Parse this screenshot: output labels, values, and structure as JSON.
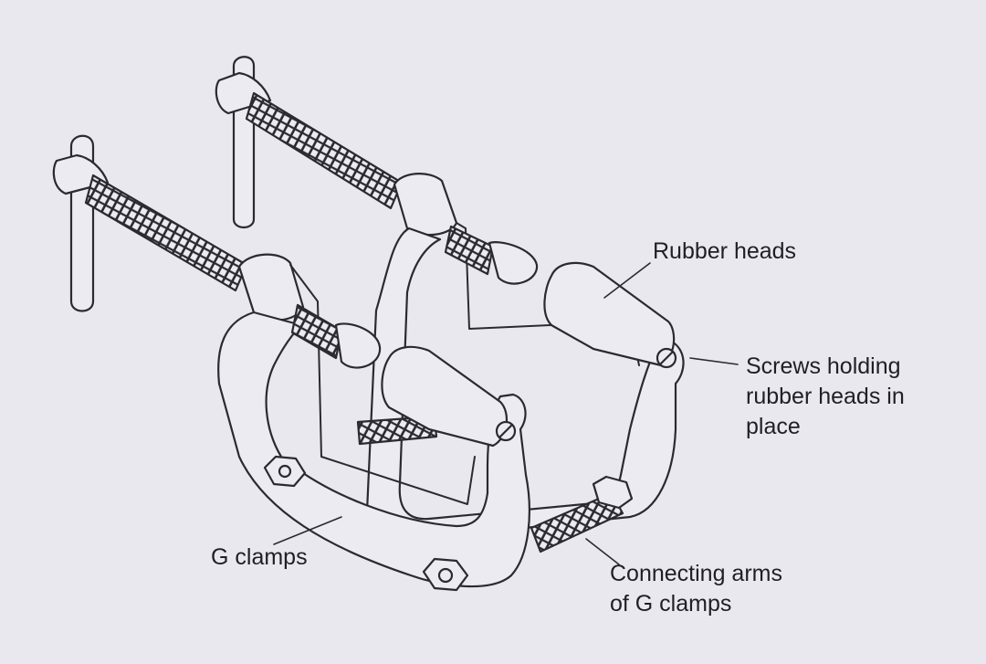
{
  "labels": {
    "rubber_heads": "Rubber heads",
    "screws": [
      "Screws holding",
      "rubber heads in",
      "place"
    ],
    "g_clamps": "G clamps",
    "connecting_arms": [
      "Connecting arms",
      "of G clamps"
    ]
  },
  "colors": {
    "background": "#e9e8ef",
    "line": "#2a2a30",
    "text": "#1f1f24"
  }
}
